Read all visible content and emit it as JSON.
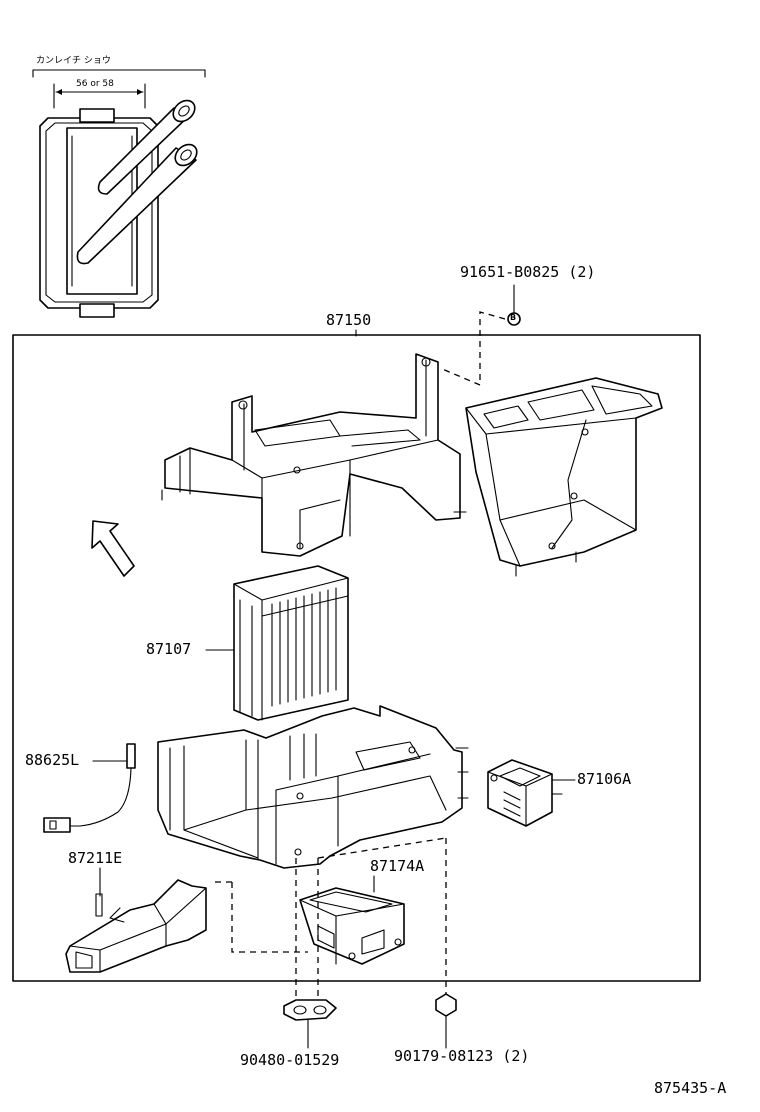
{
  "diagram": {
    "figure_id": "875435-A",
    "inset": {
      "caption": "カンレイチ ショウ",
      "dimension": "56 or 58"
    },
    "callouts": [
      {
        "id": "bolt",
        "part": "91651-B0825 (2)",
        "marker": "B"
      },
      {
        "id": "assembly",
        "part": "87150"
      },
      {
        "id": "core",
        "part": "87107"
      },
      {
        "id": "sensor",
        "part": "88625L"
      },
      {
        "id": "servo",
        "part": "87106A"
      },
      {
        "id": "duct",
        "part": "87211E"
      },
      {
        "id": "cover",
        "part": "87174A"
      },
      {
        "id": "clamp",
        "part": "90480-01529"
      },
      {
        "id": "screw",
        "part": "90179-08123 (2)"
      }
    ]
  }
}
